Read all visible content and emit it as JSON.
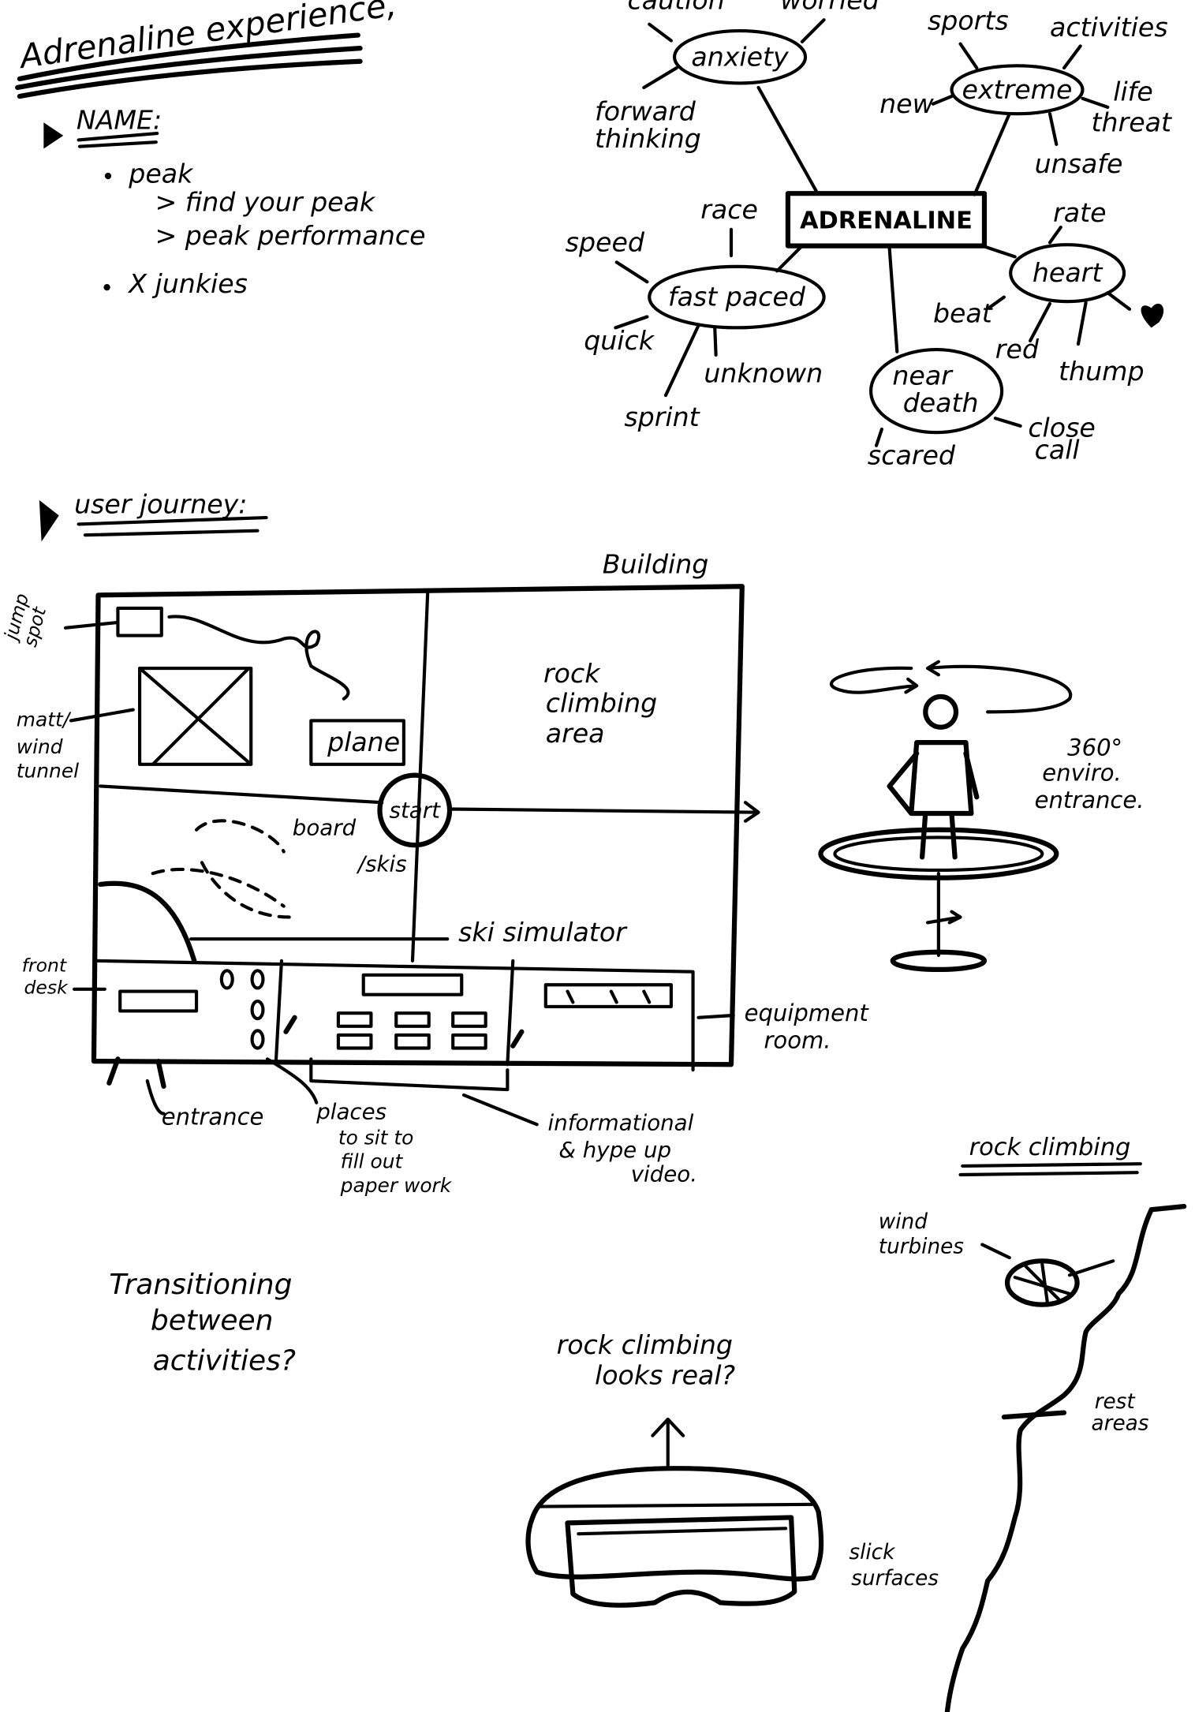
{
  "title": "Adrenaline experience,",
  "name_section": {
    "heading": "NAME:",
    "items": [
      "peak",
      "> find your peak",
      "> peak performance",
      "X junkies"
    ]
  },
  "mind_map": {
    "center": "ADRENALINE",
    "nodes": {
      "anxiety": {
        "label": "anxiety",
        "leaves": [
          "caution",
          "worried",
          "forward",
          "thinking"
        ]
      },
      "extreme": {
        "label": "extreme",
        "leaves": [
          "sports",
          "activities",
          "new",
          "life",
          "threat",
          "unsafe"
        ]
      },
      "fast_paced": {
        "label": "fast paced",
        "leaves": [
          "race",
          "speed",
          "quick",
          "unknown",
          "sprint"
        ]
      },
      "heart": {
        "label": "heart",
        "leaves": [
          "rate",
          "beat",
          "red",
          "thump"
        ]
      },
      "near_death": {
        "label": [
          "near",
          "death"
        ],
        "leaves": [
          "scared",
          "close",
          "call"
        ]
      }
    }
  },
  "user_journey": {
    "heading": "user journey:",
    "building_label": "Building",
    "labels": {
      "jump_spot": [
        "jump",
        "spot"
      ],
      "mat": [
        "matt/",
        "wind",
        "tunnel"
      ],
      "plane": "plane",
      "rock_area": [
        "rock",
        "climbing",
        "area"
      ],
      "start": "start",
      "board_skis": [
        "board",
        "/skis"
      ],
      "ski_sim": "ski simulator",
      "front_desk": [
        "front",
        "desk"
      ],
      "entrance": "entrance",
      "places": [
        "places",
        "to sit to",
        "fill out",
        "paper work"
      ],
      "video": [
        "informational",
        "& hype up",
        "video."
      ],
      "equipment": [
        "equipment",
        "room."
      ],
      "enviro": [
        "360°",
        "enviro.",
        "entrance."
      ]
    }
  },
  "notes": {
    "transition": [
      "Transitioning",
      "between",
      "activities?"
    ],
    "rock_real": [
      "rock climbing",
      "looks real?"
    ]
  },
  "rock_climbing_sketch": {
    "heading": "rock climbing",
    "wind": [
      "wind",
      "turbines"
    ],
    "rest": [
      "rest",
      "areas"
    ],
    "slick": [
      "slick",
      "surfaces"
    ]
  }
}
